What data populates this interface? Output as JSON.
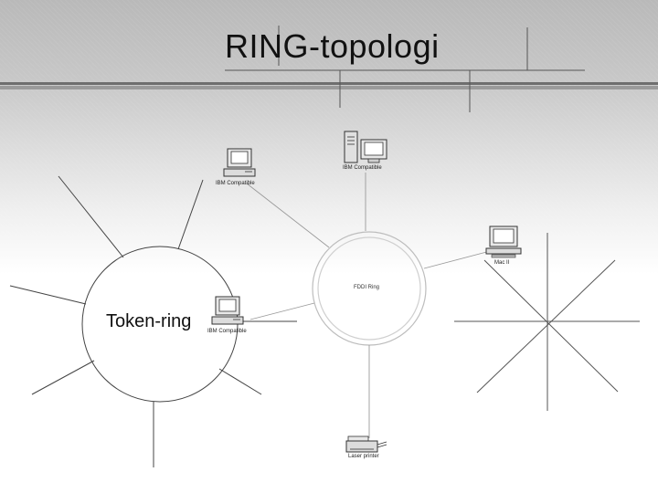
{
  "slide": {
    "title": "RING-topologi"
  },
  "networks": {
    "token_ring": "Token-ring",
    "fddi_ring": "FDDI Ring"
  },
  "devices": [
    {
      "id": "pc-top-left",
      "label": "IBM Compatible"
    },
    {
      "id": "pc-top-center",
      "label": "IBM Compatible"
    },
    {
      "id": "pc-token",
      "label": "IBM Compatible"
    },
    {
      "id": "mac",
      "label": "Mac II"
    },
    {
      "id": "printer",
      "label": "Laser printer"
    }
  ]
}
